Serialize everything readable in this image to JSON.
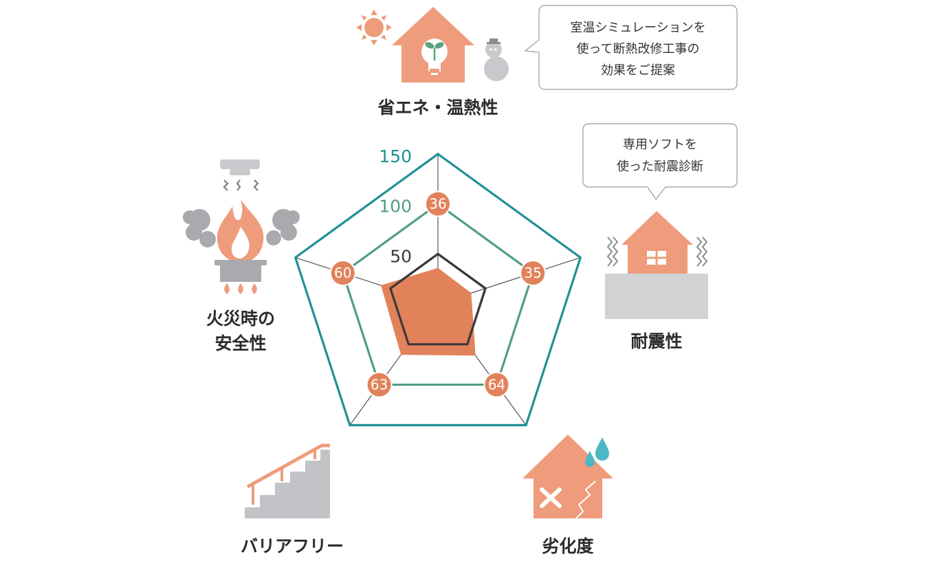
{
  "chart_data": {
    "type": "radar",
    "categories": [
      "省エネ・温熱性",
      "耐震性",
      "劣化度",
      "バリアフリー",
      "火災時の安全性"
    ],
    "category_lines": [
      [
        "省エネ・温熱性"
      ],
      [
        "耐震性"
      ],
      [
        "劣化度"
      ],
      [
        "バリアフリー"
      ],
      [
        "火災時の",
        "安全性"
      ]
    ],
    "rings": [
      {
        "value": 150,
        "label": "150",
        "color": "#1f8f96"
      },
      {
        "value": 100,
        "label": "100",
        "color": "#4f9e85"
      },
      {
        "value": 50,
        "label": "50",
        "color": "#3a3a3a"
      }
    ],
    "rmax": 150,
    "series": [
      {
        "values": [
          36,
          35,
          64,
          63,
          60
        ],
        "color": "#e2825a"
      }
    ],
    "badge_color": "#e2825a"
  },
  "callouts": [
    {
      "lines": [
        "室温シミュレーションを",
        "使って断熱改修工事の",
        "効果をご提案"
      ]
    },
    {
      "lines": [
        "専用ソフトを",
        "使った耐震診断"
      ]
    }
  ],
  "icons": [
    "sun-icon",
    "eco-house-icon",
    "snowman-icon",
    "seismic-house-icon",
    "damaged-house-icon",
    "water-drop-icon",
    "stairs-icon",
    "smoke-detector-icon",
    "fire-pot-icon"
  ],
  "colors": {
    "accent": "#ee9c7c",
    "gray": "#c8c9cc",
    "drop": "#4eb6c4"
  }
}
